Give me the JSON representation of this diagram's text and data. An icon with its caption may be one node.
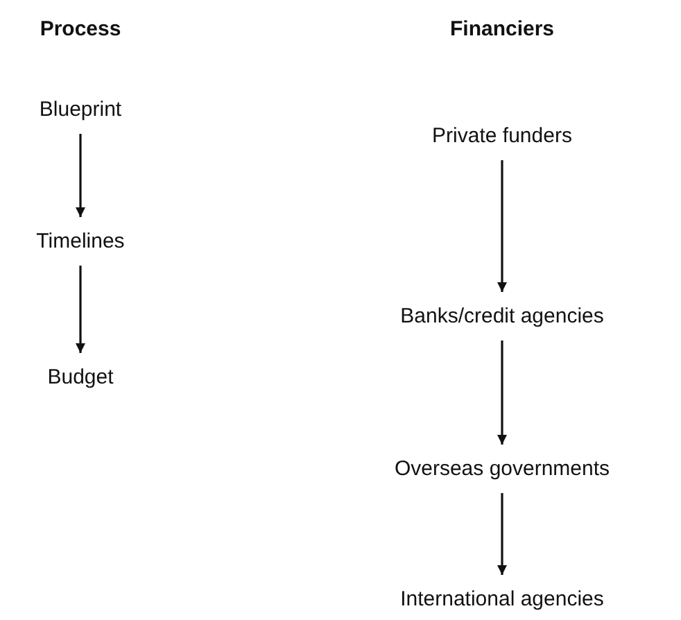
{
  "diagram": {
    "nodes": [
      {
        "text": [
          "Blueprint"
        ]
      },
      {
        "text": [
          "Timelines"
        ]
      },
      {
        "text": [
          "Budget"
        ]
      },
      {
        "text": [
          "Private funders"
        ]
      },
      {
        "text": [
          "Banks/credit agencies"
        ]
      },
      {
        "text": [
          "Overseas governments"
        ]
      },
      {
        "text": [
          "International agencies"
        ]
      }
    ],
    "edges": [
      {
        "from": 0,
        "to": 1,
        "arrow": "to"
      },
      {
        "from": 1,
        "to": 2,
        "arrow": "to"
      },
      {
        "from": 3,
        "to": 4,
        "arrow": "to"
      },
      {
        "from": 4,
        "to": 5,
        "arrow": "to"
      },
      {
        "from": 5,
        "to": 6,
        "arrow": "to"
      }
    ],
    "labels": [
      "Process",
      "Financiers"
    ]
  }
}
